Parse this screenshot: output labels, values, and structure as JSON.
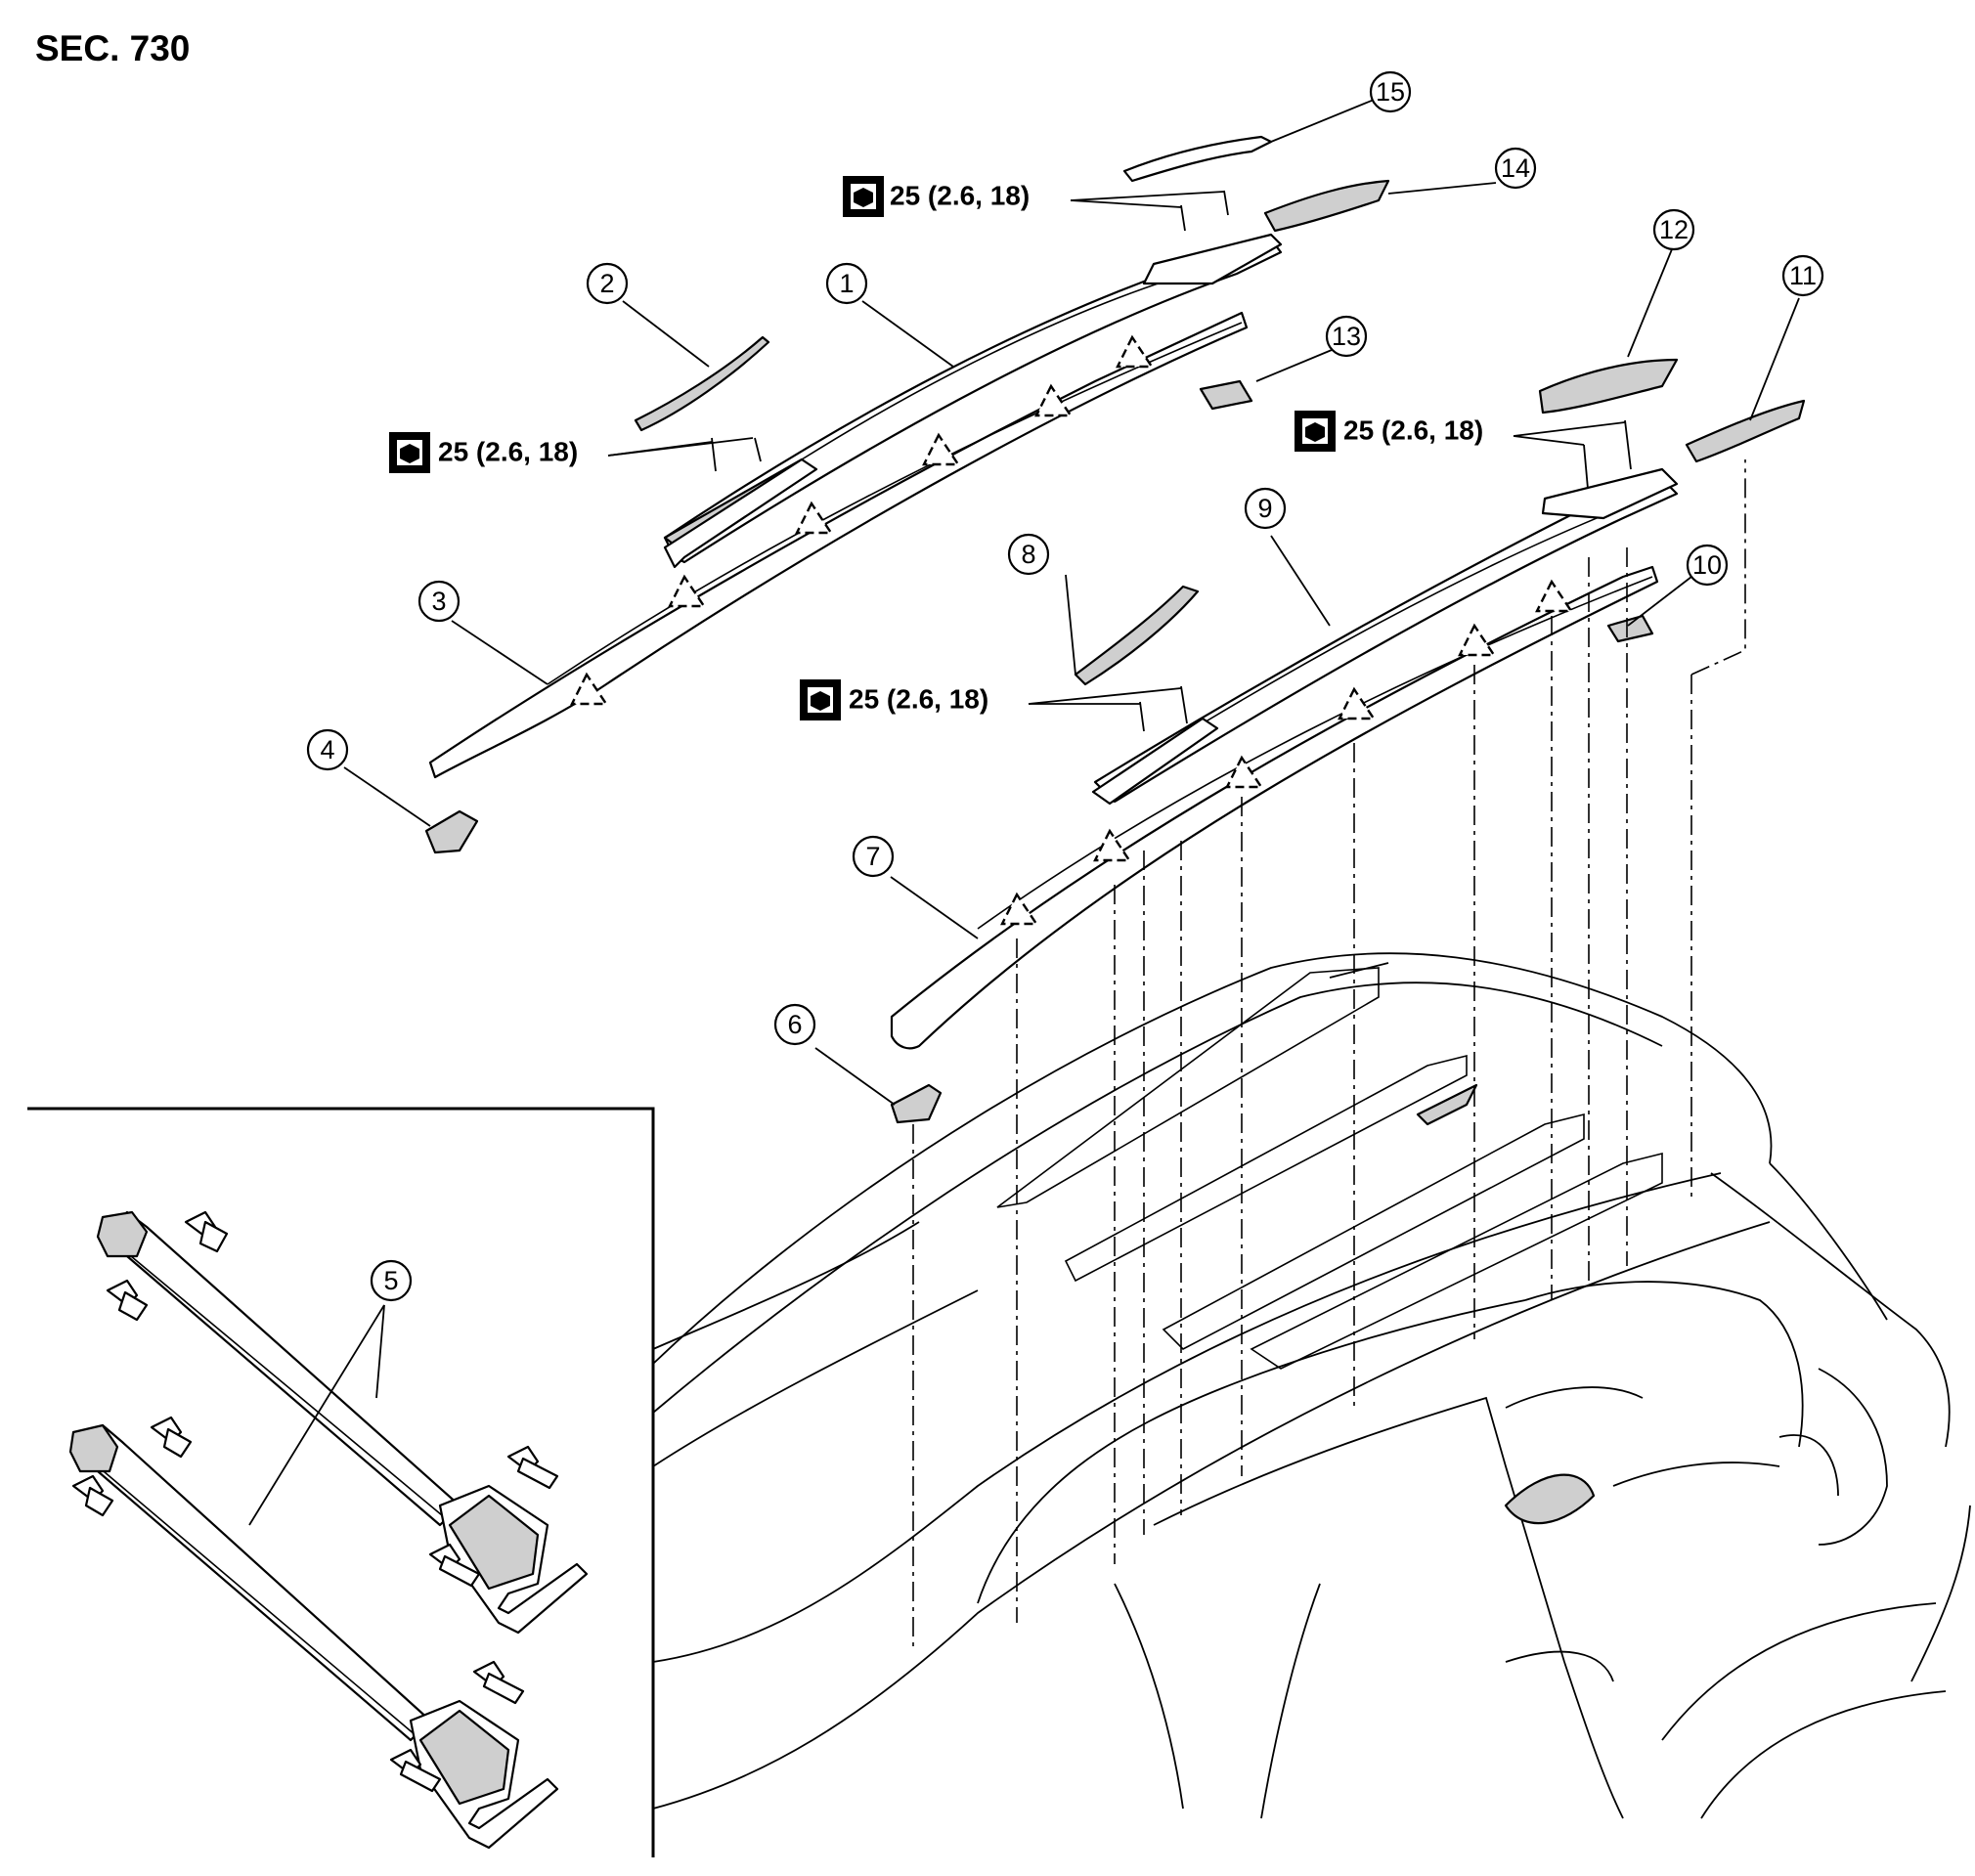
{
  "section": "SEC. 730",
  "torque_value": "25 (2.6, 18)",
  "callouts": [
    "1",
    "2",
    "3",
    "4",
    "5",
    "6",
    "7",
    "8",
    "9",
    "10",
    "11",
    "12",
    "13",
    "14",
    "15"
  ]
}
